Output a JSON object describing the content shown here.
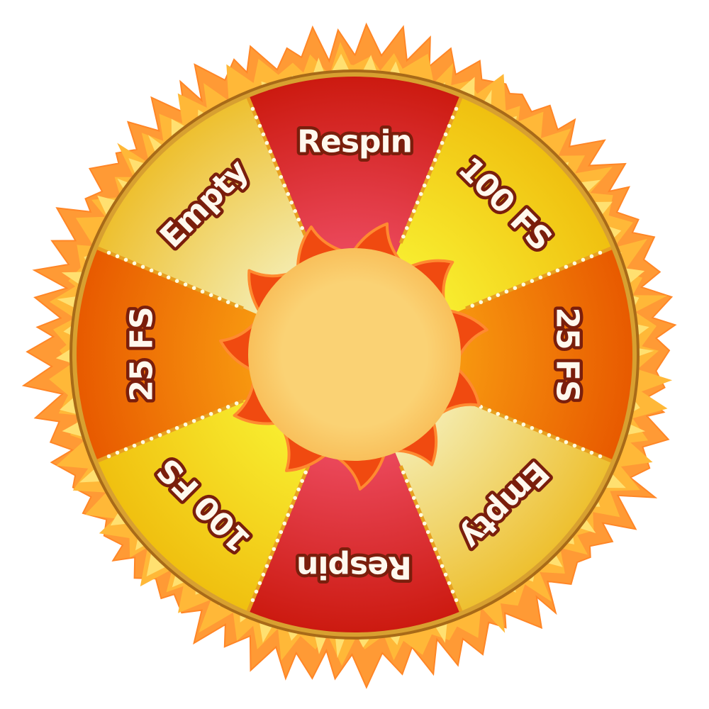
{
  "wheel": {
    "segments": [
      {
        "label": "Respin",
        "type": "red"
      },
      {
        "label": "100 FS",
        "type": "yellow"
      },
      {
        "label": "25 FS",
        "type": "orange"
      },
      {
        "label": "Empty",
        "type": "pale"
      },
      {
        "label": "Respin",
        "type": "red"
      },
      {
        "label": "100 FS",
        "type": "yellow"
      },
      {
        "label": "25 FS",
        "type": "orange"
      },
      {
        "label": "Empty",
        "type": "pale"
      }
    ],
    "colors": {
      "red_outer": "#cc1a10",
      "red_inner": "#ec4a5e",
      "yellow_outer": "#f0c010",
      "yellow_inner": "#f8ee30",
      "orange_outer": "#e85a00",
      "orange_inner": "#f89a10",
      "pale_outer": "#eec030",
      "pale_inner": "#f4ecb0",
      "rim": "#d8a030",
      "hub_fill": "#fad274",
      "hub_flame": "#f04a10",
      "fire_outer": "#ff9a20",
      "fire_inner": "#ffe060"
    }
  }
}
